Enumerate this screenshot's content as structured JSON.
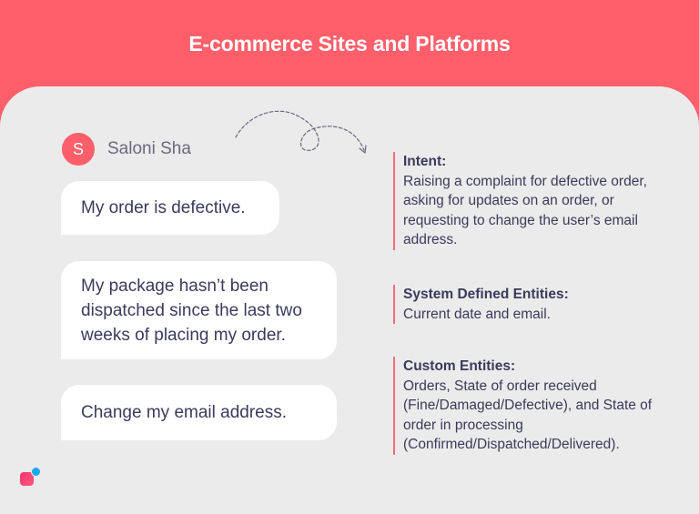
{
  "header": {
    "title": "E-commerce Sites and Platforms",
    "background_color": "#ff5f6a"
  },
  "chat": {
    "user": {
      "avatar_initial": "S",
      "name": "Saloni Sha",
      "avatar_color": "#ff5f6a"
    },
    "messages": [
      {
        "text": "My order is defective."
      },
      {
        "text": "My package hasn’t been dispatched since the last two weeks of placing my order."
      },
      {
        "text": "Change my email address."
      }
    ]
  },
  "details": {
    "intent": {
      "title": "Intent:",
      "body": "Raising a complaint for defective order, asking for updates on an order, or requesting to change the user’s email address."
    },
    "system_entities": {
      "title": "System Defined Entities:",
      "body": "Current date and email."
    },
    "custom_entities": {
      "title": "Custom Entities:",
      "body": "Orders, State of order received (Fine/Damaged/Defective), and State of order in processing (Confirmed/Dispatched/Delivered)."
    },
    "accent_color": "#ff6b74"
  },
  "icons": {
    "arrow": "dashed-curly-arrow-icon",
    "logo": "brand-logo-icon"
  }
}
